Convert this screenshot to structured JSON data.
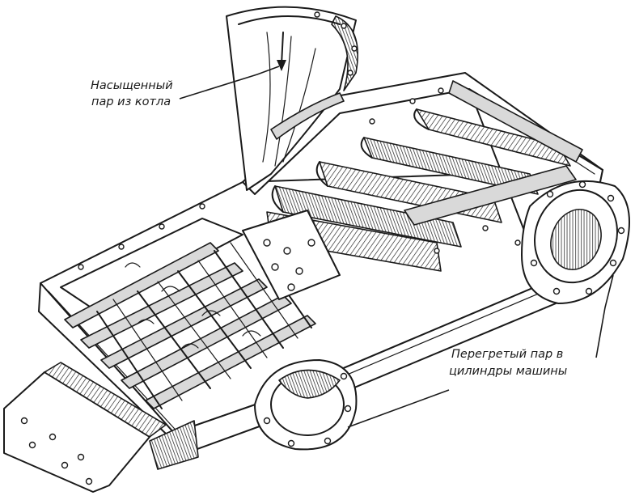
{
  "labels": {
    "inlet_line1": "Насыщенный",
    "inlet_line2": "пар из котла",
    "outlet_line1": "Перегретый пар в",
    "outlet_line2": "цилиндры машины"
  },
  "colors": {
    "ink": "#1a1a1a",
    "paper": "#ffffff",
    "shade": "#d9d9d9"
  }
}
